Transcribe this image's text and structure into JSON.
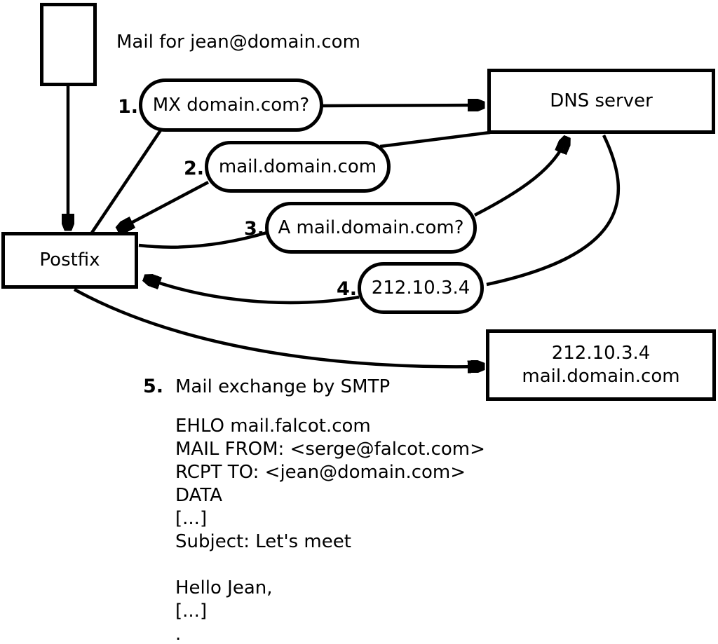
{
  "diagram": {
    "caption": "Mail for jean@domain.com",
    "nodes": {
      "postfix": "Postfix",
      "dns_server": "DNS server",
      "mail_server": {
        "line1": "212.10.3.4",
        "line2": "mail.domain.com"
      }
    },
    "steps": [
      {
        "num": "1.",
        "label": "MX domain.com?"
      },
      {
        "num": "2.",
        "label": "mail.domain.com"
      },
      {
        "num": "3.",
        "label": "A mail.domain.com?"
      },
      {
        "num": "4.",
        "label": "212.10.3.4"
      },
      {
        "num": "5.",
        "label": "Mail exchange by SMTP"
      }
    ],
    "smtp_session": [
      "EHLO mail.falcot.com",
      "MAIL FROM: <serge@falcot.com>",
      "RCPT TO: <jean@domain.com>",
      "DATA",
      "[...]",
      "Subject: Let's meet",
      "",
      "Hello Jean,",
      "[...]",
      "."
    ],
    "colors": {
      "stroke": "#000000",
      "background": "#ffffff"
    }
  }
}
